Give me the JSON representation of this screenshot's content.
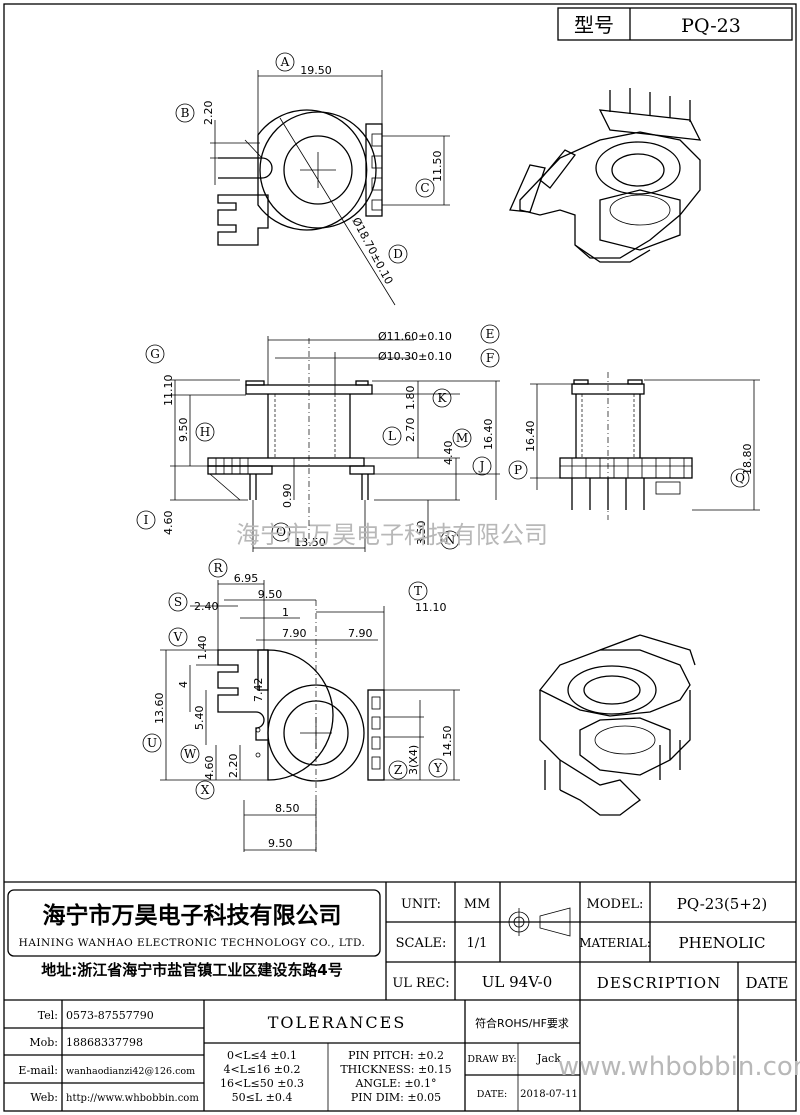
{
  "title_box": {
    "label": "型号",
    "value": "PQ-23"
  },
  "watermark": {
    "center": "海宁市万昊电子科技有限公司",
    "footer": "www.whbobbin.com"
  },
  "callouts": [
    "A",
    "B",
    "C",
    "D",
    "E",
    "F",
    "G",
    "H",
    "I",
    "J",
    "K",
    "L",
    "M",
    "N",
    "O",
    "P",
    "Q",
    "R",
    "S",
    "T",
    "U",
    "V",
    "W",
    "X",
    "Y",
    "Z"
  ],
  "dims": {
    "top": {
      "A": "19.50",
      "B": "2.20",
      "C": "11.50",
      "D": "Ø18.70±0.10"
    },
    "side": {
      "E": "Ø11.60±0.10",
      "F": "Ø10.30±0.10",
      "G": "11.10",
      "H": "9.50",
      "I": "4.60",
      "J": "16.40",
      "K": "1.80",
      "L": "2.70",
      "M": "4.40",
      "n090": "0.90",
      "N": "3.50",
      "O": "13.50"
    },
    "end": {
      "P": "16.40",
      "Q": "18.80"
    },
    "bottom": {
      "R": "6.95",
      "b950": "9.50",
      "T": "11.10",
      "S": "2.40",
      "one": "1",
      "d790a": "7.90",
      "d790b": "7.90",
      "V": "1.40",
      "d742": "7.42",
      "four": "4",
      "U": "13.60",
      "d540": "5.40",
      "W": "4.60",
      "d220": "2.20",
      "Y": "14.50",
      "Z": "3(X4)",
      "d850": "8.50",
      "d950b": "9.50"
    }
  },
  "company": {
    "name_cn": "海宁市万昊电子科技有限公司",
    "name_en": "HAINING WANHAO ELECTRONIC TECHNOLOGY CO., LTD.",
    "address": "地址:浙江省海宁市盐官镇工业区建设东路4号"
  },
  "contacts": [
    {
      "label": "Tel:",
      "value": "0573-87557790"
    },
    {
      "label": "Mob:",
      "value": "18868337798"
    },
    {
      "label": "E-mail:",
      "value": "wanhaodianzi42@126.com"
    },
    {
      "label": "Web:",
      "value": "http://www.whbobbin.com"
    }
  ],
  "spec": {
    "unit_label": "UNIT:",
    "unit_value": "MM",
    "scale_label": "SCALE:",
    "scale_value": "1/1",
    "ulrec_label": "UL REC:",
    "ulrec_value": "UL 94V-0",
    "model_label": "MODEL:",
    "model_value": "PQ-23(5+2)",
    "material_label": "MATERIAL:",
    "material_value": "PHENOLIC",
    "description": "DESCRIPTION",
    "date_header": "DATE"
  },
  "tolerances": {
    "title": "TOLERANCES",
    "ranges": [
      "0<L≤4 ±0.1",
      "4<L≤16 ±0.2",
      "16<L≤50 ±0.3",
      "50≤L ±0.4"
    ],
    "others": [
      "PIN PITCH: ±0.2",
      "THICKNESS: ±0.15",
      "ANGLE: ±0.1°",
      "PIN DIM: ±0.05"
    ]
  },
  "rohs": "符合ROHS/HF要求",
  "drawn_label": "DRAW BY:",
  "drawn_value": "Jack",
  "date_label": "DATE:",
  "date_value": "2018-07-11"
}
